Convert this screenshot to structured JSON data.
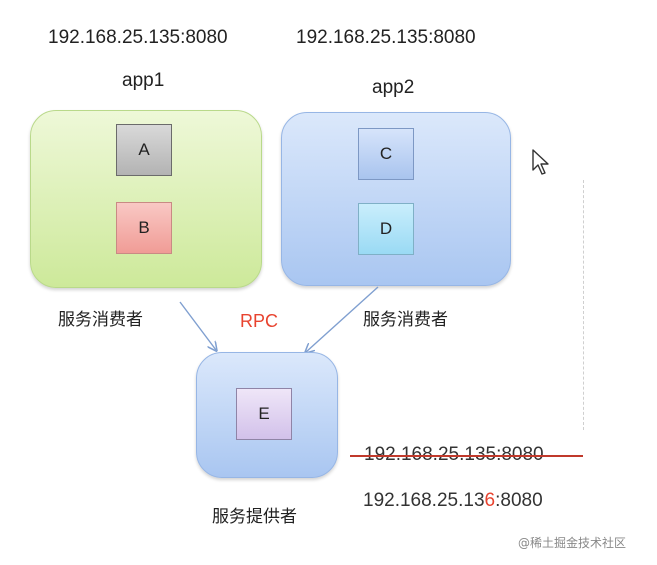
{
  "top": {
    "app1_address": "192.168.25.135:8080",
    "app2_address": "192.168.25.135:8080",
    "app1_name": "app1",
    "app2_name": "app2"
  },
  "nodes": {
    "a": "A",
    "b": "B",
    "c": "C",
    "d": "D",
    "e": "E"
  },
  "labels": {
    "consumer_left": "服务消费者",
    "consumer_right": "服务消费者",
    "rpc": "RPC",
    "provider": "服务提供者"
  },
  "provider_addresses": {
    "old": "192.168.25.135:8080",
    "new_prefix": "192.168.25.13",
    "new_highlight": "6",
    "new_suffix": ":8080"
  },
  "watermark": "@稀土掘金技术社区",
  "colors": {
    "green_group": "#cde99a",
    "blue_group": "#a9c6f1",
    "rpc_red": "#e8432f",
    "strike_red": "#c0392b",
    "arrow_blue": "#7f9fd0"
  }
}
